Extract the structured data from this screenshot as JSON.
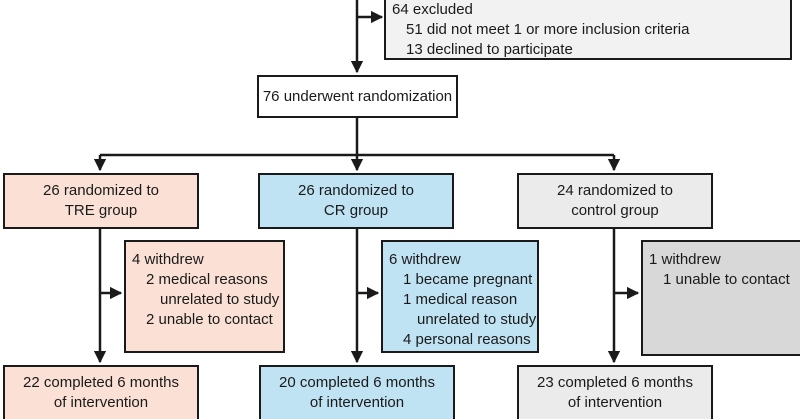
{
  "colors": {
    "tre": "#fbe1d5",
    "cr": "#bfe3f3",
    "control_light": "#ebebeb",
    "control_dark": "#d8d8d8",
    "top": "#f2f2f2",
    "line": "#1a1a1a"
  },
  "excluded": {
    "title": "64 excluded",
    "reasons": [
      "51 did not meet 1 or more inclusion criteria",
      "13 declined to participate"
    ]
  },
  "randomized": {
    "label": "76 underwent randomization"
  },
  "groups": [
    {
      "id": "tre",
      "randomized": [
        "26 randomized to",
        "TRE group"
      ],
      "withdrew": {
        "title": "4 withdrew",
        "reasons": [
          "2 medical reasons",
          "unrelated to study",
          "2 unable to contact"
        ]
      },
      "completed": [
        "22 completed 6 months",
        "of intervention"
      ]
    },
    {
      "id": "cr",
      "randomized": [
        "26 randomized to",
        "CR group"
      ],
      "withdrew": {
        "title": "6 withdrew",
        "reasons": [
          "1 became pregnant",
          "1 medical reason",
          "unrelated to study",
          "4 personal reasons"
        ]
      },
      "completed": [
        "20 completed 6 months",
        "of intervention"
      ]
    },
    {
      "id": "control",
      "randomized": [
        "24 randomized to",
        "control group"
      ],
      "withdrew": {
        "title": "1 withdrew",
        "reasons": [
          "1 unable to contact"
        ]
      },
      "completed": [
        "23 completed 6 months",
        "of intervention"
      ]
    }
  ]
}
